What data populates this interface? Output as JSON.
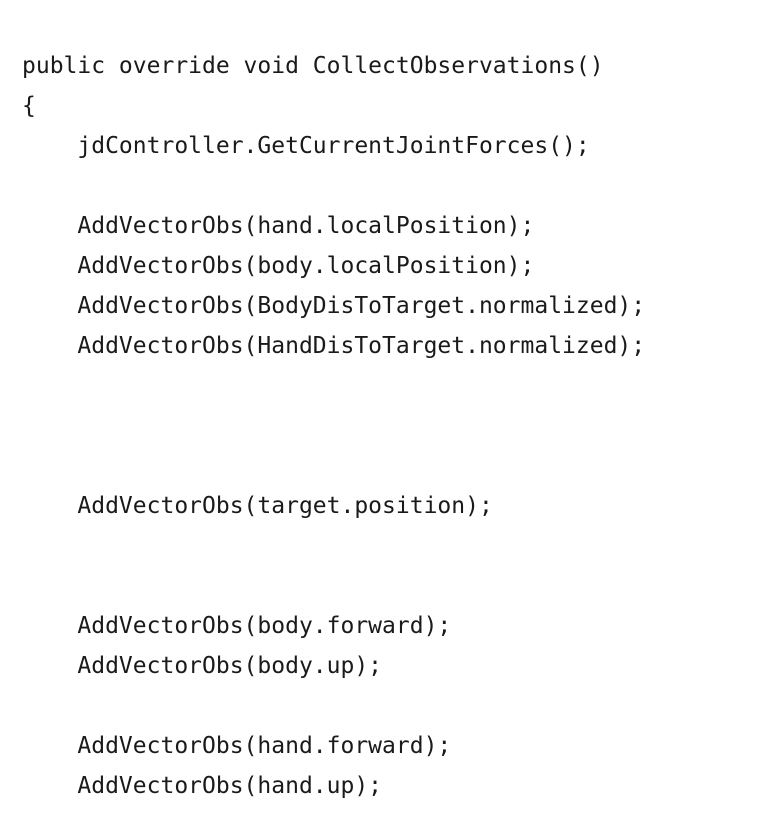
{
  "code": {
    "lines": [
      "public override void CollectObservations()",
      "{",
      "    jdController.GetCurrentJointForces();",
      "",
      "    AddVectorObs(hand.localPosition);",
      "    AddVectorObs(body.localPosition);",
      "    AddVectorObs(BodyDisToTarget.normalized);",
      "    AddVectorObs(HandDisToTarget.normalized);",
      "",
      "",
      "",
      "    AddVectorObs(target.position);",
      "",
      "",
      "    AddVectorObs(body.forward);",
      "    AddVectorObs(body.up);",
      "",
      "    AddVectorObs(hand.forward);",
      "    AddVectorObs(hand.up);"
    ]
  }
}
